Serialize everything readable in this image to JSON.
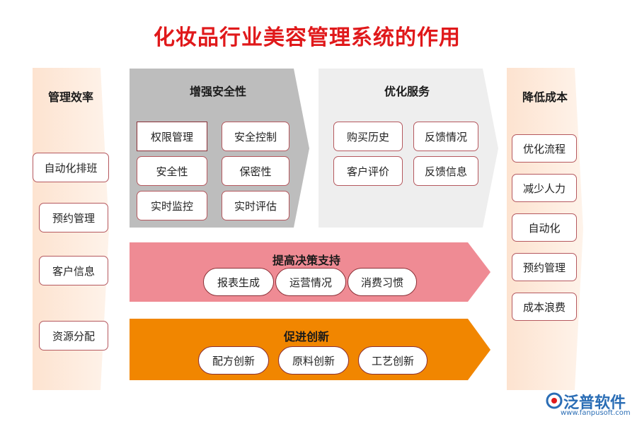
{
  "title": "化妆品行业美容管理系统的作用",
  "left_column": {
    "title": "管理效率",
    "items": [
      "自动化排班",
      "预约管理",
      "客户信息",
      "资源分配"
    ]
  },
  "security": {
    "title": "增强安全性",
    "items": [
      "权限管理",
      "安全控制",
      "安全性",
      "保密性",
      "实时监控",
      "实时评估"
    ]
  },
  "service": {
    "title": "优化服务",
    "items": [
      "购买历史",
      "反馈情况",
      "客户评价",
      "反馈信息"
    ]
  },
  "decision": {
    "title": "提高决策支持",
    "items": [
      "报表生成",
      "运营情况",
      "消费习惯"
    ]
  },
  "innovation": {
    "title": "促进创新",
    "items": [
      "配方创新",
      "原料创新",
      "工艺创新"
    ]
  },
  "right_column": {
    "title": "降低成本",
    "items": [
      "优化流程",
      "减少人力",
      "自动化",
      "预约管理",
      "成本浪费"
    ]
  },
  "logo": {
    "name": "泛普软件",
    "url": "www.fanpusoft.com"
  },
  "colors": {
    "title": "#e0191b",
    "side_column": "#fde7d8",
    "security_bg": "#bdbdbd",
    "service_bg": "#eeeeee",
    "decision_bg": "#ef8b94",
    "innovation_bg": "#f18600",
    "pill_border": "#8a2f36"
  }
}
